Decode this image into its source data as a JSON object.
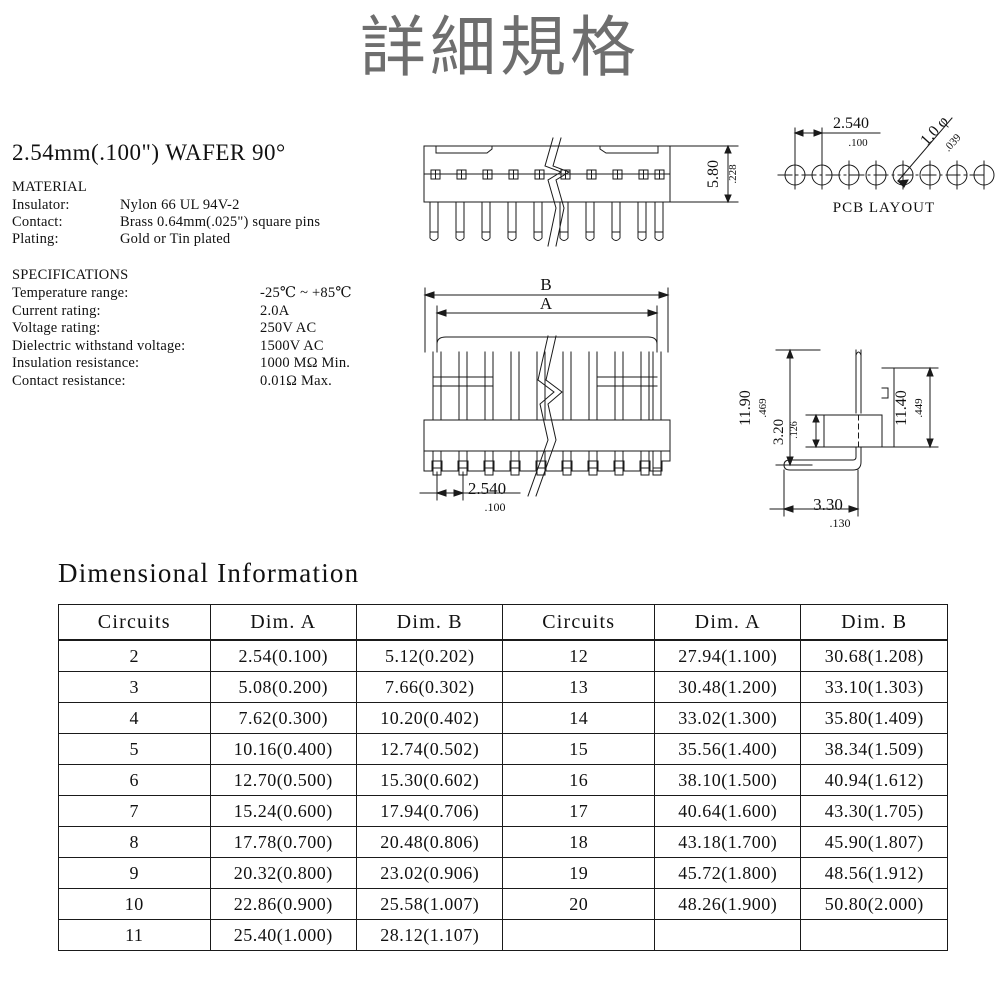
{
  "title": "詳細規格",
  "product": {
    "heading": "2.54mm(.100\") WAFER 90°",
    "material_title": "MATERIAL",
    "material": [
      {
        "label": "Insulator:",
        "value": "Nylon 66 UL 94V-2"
      },
      {
        "label": "Contact:",
        "value": "Brass 0.64mm(.025\") square pins"
      },
      {
        "label": "Plating:",
        "value": "Gold or Tin plated"
      }
    ],
    "specifications_title": "SPECIFICATIONS",
    "specifications": [
      {
        "label": "Temperature range:",
        "value": "-25℃ ~ +85℃"
      },
      {
        "label": "Current rating:",
        "value": "2.0A"
      },
      {
        "label": "Voltage rating:",
        "value": "250V AC"
      },
      {
        "label": "Dielectric withstand voltage:",
        "value": "1500V AC"
      },
      {
        "label": "Insulation resistance:",
        "value": "1000 MΩ Min."
      },
      {
        "label": "Contact resistance:",
        "value": "0.01Ω Max."
      }
    ]
  },
  "drawings": {
    "front_view": {
      "height_mm": "5.80",
      "height_in": ".228"
    },
    "pcb_layout": {
      "caption": "PCB LAYOUT",
      "pitch_mm": "2.540",
      "pitch_in": ".100",
      "hole_dia_mm": "1.0 φ",
      "hole_dia_in": ".039",
      "hole_count": 8
    },
    "top_view": {
      "dim_b_label": "B",
      "dim_a_label": "A",
      "pitch_mm": "2.540",
      "pitch_in": ".100"
    },
    "side_view": {
      "overall_height_mm": "11.90",
      "overall_height_in": ".469",
      "body_height_mm": "11.40",
      "body_height_in": ".449",
      "step_mm": "3.20",
      "step_in": ".126",
      "tail_mm": "3.30",
      "tail_in": ".130"
    }
  },
  "dimensional": {
    "title": "Dimensional Information",
    "headers": [
      "Circuits",
      "Dim. A",
      "Dim. B",
      "Circuits",
      "Dim. A",
      "Dim. B"
    ],
    "rows": [
      [
        "2",
        "2.54(0.100)",
        "5.12(0.202)",
        "12",
        "27.94(1.100)",
        "30.68(1.208)"
      ],
      [
        "3",
        "5.08(0.200)",
        "7.66(0.302)",
        "13",
        "30.48(1.200)",
        "33.10(1.303)"
      ],
      [
        "4",
        "7.62(0.300)",
        "10.20(0.402)",
        "14",
        "33.02(1.300)",
        "35.80(1.409)"
      ],
      [
        "5",
        "10.16(0.400)",
        "12.74(0.502)",
        "15",
        "35.56(1.400)",
        "38.34(1.509)"
      ],
      [
        "6",
        "12.70(0.500)",
        "15.30(0.602)",
        "16",
        "38.10(1.500)",
        "40.94(1.612)"
      ],
      [
        "7",
        "15.24(0.600)",
        "17.94(0.706)",
        "17",
        "40.64(1.600)",
        "43.30(1.705)"
      ],
      [
        "8",
        "17.78(0.700)",
        "20.48(0.806)",
        "18",
        "43.18(1.700)",
        "45.90(1.807)"
      ],
      [
        "9",
        "20.32(0.800)",
        "23.02(0.906)",
        "19",
        "45.72(1.800)",
        "48.56(1.912)"
      ],
      [
        "10",
        "22.86(0.900)",
        "25.58(1.007)",
        "20",
        "48.26(1.900)",
        "50.80(2.000)"
      ],
      [
        "11",
        "25.40(1.000)",
        "28.12(1.107)",
        "",
        "",
        ""
      ]
    ]
  },
  "colors": {
    "title_gray": "#6e6e6e",
    "ink": "#111111",
    "line": "#1a1a1a"
  }
}
